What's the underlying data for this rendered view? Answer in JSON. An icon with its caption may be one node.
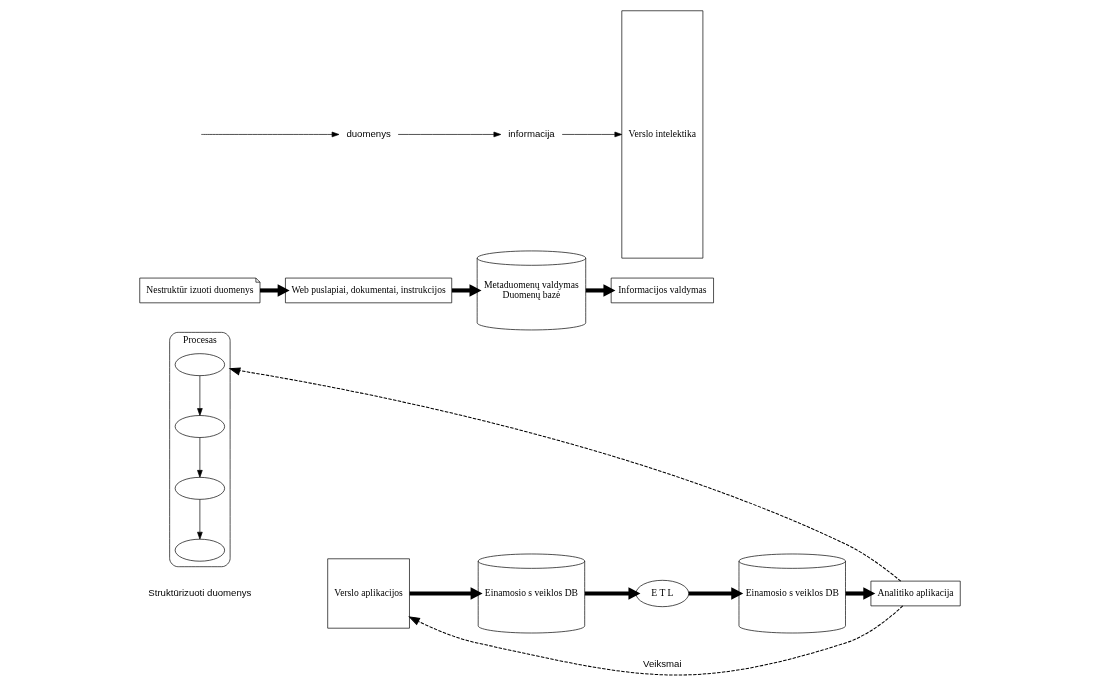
{
  "diagram": {
    "nodes": [
      {
        "text": [
          "Procesas"
        ]
      },
      {
        "text": [],
        "shape": "ellipse",
        "in": 0
      },
      {
        "text": [],
        "shape": "ellipse",
        "in": 0
      },
      {
        "text": [],
        "shape": "ellipse",
        "in": 0
      },
      {
        "text": [],
        "shape": "ellipse",
        "in": 0
      },
      {
        "text": [
          "Verslo aplikacijos"
        ]
      },
      {
        "text": [
          "Einamosio s veiklos DB"
        ]
      },
      {
        "text": [
          "E T L"
        ]
      },
      {
        "text": [
          "Einamosio s veiklos DB"
        ]
      },
      {
        "text": [
          "Analitiko aplikacija"
        ]
      },
      {
        "text": [
          "Nestruktūr izuoti duomenys"
        ]
      },
      {
        "text": [
          "Web puslapiai, dokumentai, instrukcijos"
        ]
      },
      {
        "text": [
          "Metaduomenų valdymas",
          "Duomenų bazė"
        ]
      },
      {
        "text": [
          "Informacijos valdymas"
        ]
      },
      {
        "text": [
          "Verslo intelektika"
        ]
      },
      {
        "text": [
          "duomenys"
        ]
      },
      {
        "text": [
          "informacija"
        ]
      }
    ],
    "edges": [
      {
        "from": 1,
        "to": 2,
        "arrow": "to"
      },
      {
        "from": 2,
        "to": 3,
        "arrow": "to"
      },
      {
        "from": 3,
        "to": 4,
        "arrow": "to"
      },
      {
        "from": 5,
        "to": 6,
        "arrow": "to",
        "style": "thick"
      },
      {
        "from": 6,
        "to": 7,
        "arrow": "to",
        "style": "thick"
      },
      {
        "from": 7,
        "to": 8,
        "arrow": "to",
        "style": "thick"
      },
      {
        "from": 8,
        "to": 9,
        "arrow": "to",
        "style": "thick"
      },
      {
        "from": 9,
        "to": 5,
        "arrow": "to",
        "style": "dashed",
        "label": "Veiksmai"
      },
      {
        "from": 9,
        "to": 0,
        "arrow": "to",
        "style": "dashed"
      },
      {
        "from": 10,
        "to": 11,
        "arrow": "to",
        "style": "thick"
      },
      {
        "from": 11,
        "to": 12,
        "arrow": "to",
        "style": "thick"
      },
      {
        "from": 12,
        "to": 13,
        "arrow": "to",
        "style": "thick"
      },
      {
        "from": null,
        "to": 15,
        "arrow": "to"
      },
      {
        "from": 15,
        "to": 16,
        "arrow": "to"
      },
      {
        "from": 16,
        "to": 14,
        "arrow": "to"
      }
    ],
    "labels": [
      "Struktūrizuoti duomenys"
    ]
  }
}
